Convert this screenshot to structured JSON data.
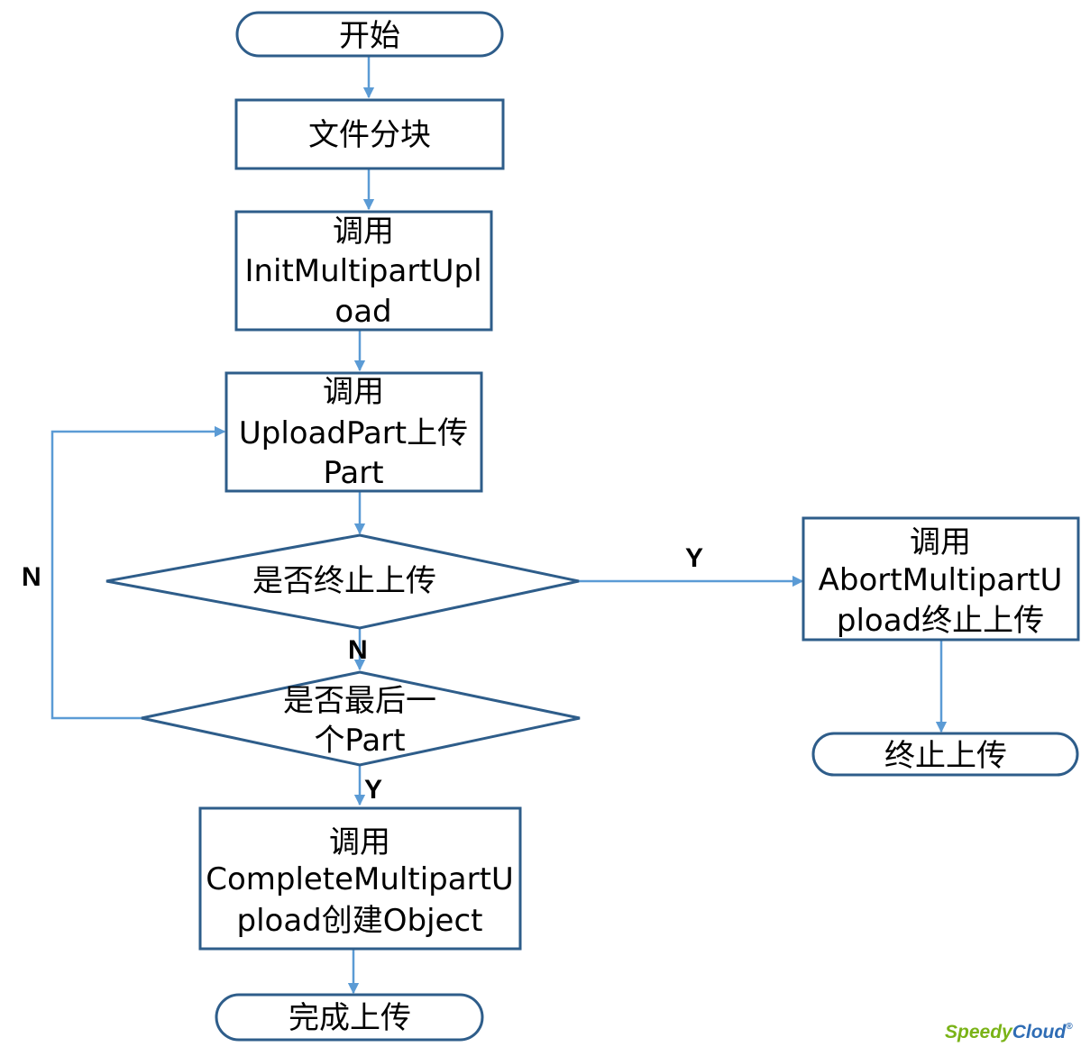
{
  "colors": {
    "node_stroke": "#2e5d8a",
    "edge": "#5b9bd5",
    "logo_green": "#7ab317",
    "logo_blue": "#2f6db5"
  },
  "nodes": {
    "start": {
      "lines": [
        "开始"
      ]
    },
    "split": {
      "lines": [
        "文件分块"
      ]
    },
    "init": {
      "lines": [
        "调用",
        "InitMultipartUpl",
        "oad"
      ]
    },
    "upload": {
      "lines": [
        "调用",
        "UploadPart上传",
        "Part"
      ]
    },
    "abort_check": {
      "lines": [
        "是否终止上传"
      ]
    },
    "last_check": {
      "lines": [
        "是否最后一",
        "个Part"
      ]
    },
    "abort": {
      "lines": [
        "调用",
        "AbortMultipartU",
        "pload终止上传"
      ]
    },
    "abort_end": {
      "lines": [
        "终止上传"
      ]
    },
    "complete": {
      "lines": [
        "调用",
        "CompleteMultipartU",
        "pload创建Object"
      ]
    },
    "done": {
      "lines": [
        "完成上传"
      ]
    }
  },
  "edge_labels": {
    "abort_yes": "Y",
    "abort_no": "N",
    "last_no": "N",
    "last_yes": "Y"
  },
  "logo": {
    "part1": "Speedy",
    "part2": "Cloud",
    "mark": "®"
  }
}
